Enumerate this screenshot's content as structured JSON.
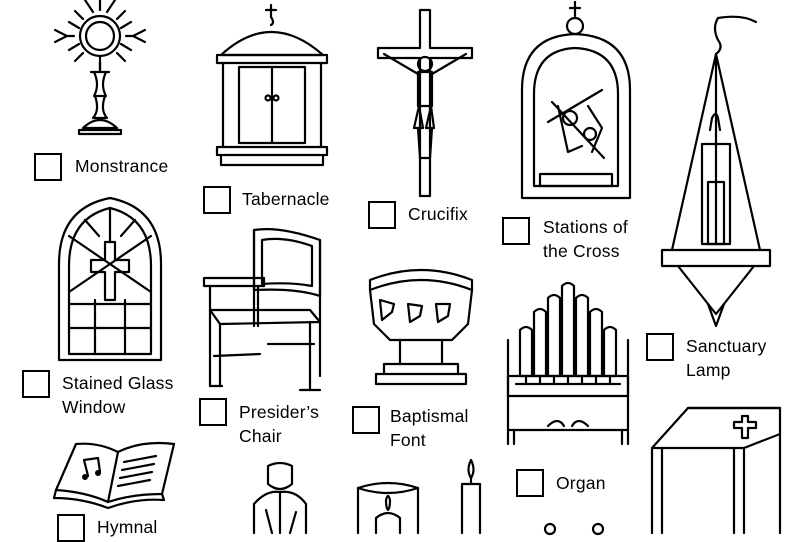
{
  "items": [
    {
      "label": "Monstrance",
      "checked": false
    },
    {
      "label": "Tabernacle",
      "checked": false
    },
    {
      "label": "Crucifix",
      "checked": false
    },
    {
      "label_line1": "Stations of",
      "label_line2": "the Cross",
      "checked": false
    },
    {
      "label_line1": "Sanctuary",
      "label_line2": "Lamp",
      "checked": false
    },
    {
      "label_line1": "Stained Glass",
      "label_line2": "Window",
      "checked": false
    },
    {
      "label_line1": "Presider’s",
      "label_line2": "Chair",
      "checked": false
    },
    {
      "label_line1": "Baptismal",
      "label_line2": "Font",
      "checked": false
    },
    {
      "label": "Organ",
      "checked": false
    },
    {
      "label": "Hymnal",
      "checked": false
    }
  ],
  "icons": [
    "monstrance-icon",
    "tabernacle-icon",
    "crucifix-icon",
    "stations-of-the-cross-icon",
    "sanctuary-lamp-icon",
    "stained-glass-window-icon",
    "presiders-chair-icon",
    "baptismal-font-icon",
    "organ-icon",
    "hymnal-icon",
    "saint-statue-icon",
    "candle-holder-icon",
    "altar-candle-icon",
    "ambo-icon",
    "cruets-icon"
  ]
}
